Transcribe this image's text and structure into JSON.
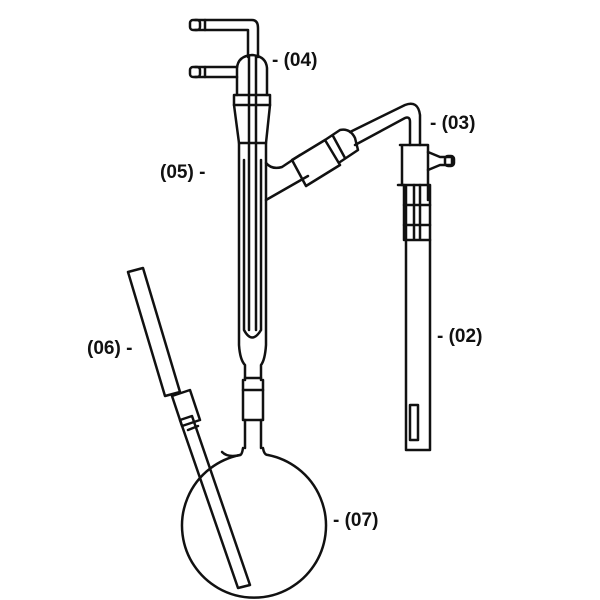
{
  "labels": {
    "l04": "- (04)",
    "l03": "- (03)",
    "l05": "(05) -",
    "l02": "- (02)",
    "l06": "(06) -",
    "l07": "- (07)"
  },
  "colors": {
    "line": "#111111",
    "background": "#ffffff"
  }
}
